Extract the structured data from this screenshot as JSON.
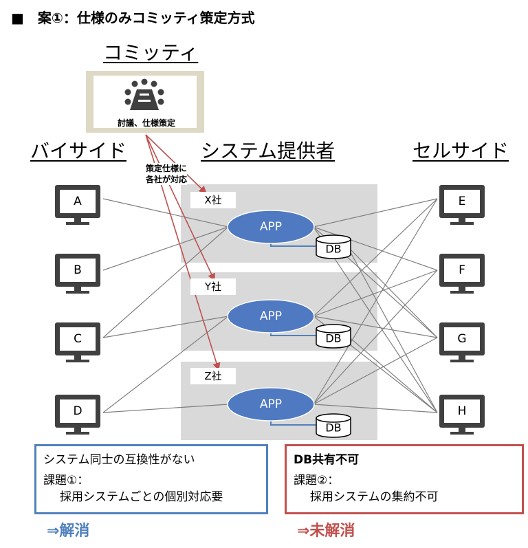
{
  "title": "■　案①：仕様のみコミッティ策定方式",
  "committee": {
    "heading": "コミッティ",
    "caption": "討議、仕様策定",
    "icon": "meeting-icon"
  },
  "sections": {
    "buy_side": "バイサイド",
    "vendors": "システム提供者",
    "sell_side": "セルサイド"
  },
  "annotation": [
    "策定仕様に",
    "各社が対応"
  ],
  "buy_side_terminals": [
    "A",
    "B",
    "C",
    "D"
  ],
  "sell_side_terminals": [
    "E",
    "F",
    "G",
    "H"
  ],
  "companies": [
    {
      "name": "X社",
      "app": "APP",
      "db": "DB"
    },
    {
      "name": "Y社",
      "app": "APP",
      "db": "DB"
    },
    {
      "name": "Z社",
      "app": "APP",
      "db": "DB"
    }
  ],
  "issues": [
    {
      "heading": "システム同士の互換性がない",
      "label": "課題①：",
      "detail": "採用システムごとの個別対応要",
      "result": "⇒解消"
    },
    {
      "heading": "DB共有不可",
      "label": "課題②：",
      "detail": "採用システムの集約不可",
      "result": "⇒未解消"
    }
  ],
  "colors": {
    "app": "#4f7ac2",
    "company_bg": "#d9d9d9",
    "committee_frame": "#ddd9c4",
    "arrow": "#c0504d",
    "link_line": "#7f7f7f",
    "db_link": "#4f81bd",
    "issue1": "#4f81bd",
    "issue2": "#c0504d",
    "monitor": "#404040"
  }
}
